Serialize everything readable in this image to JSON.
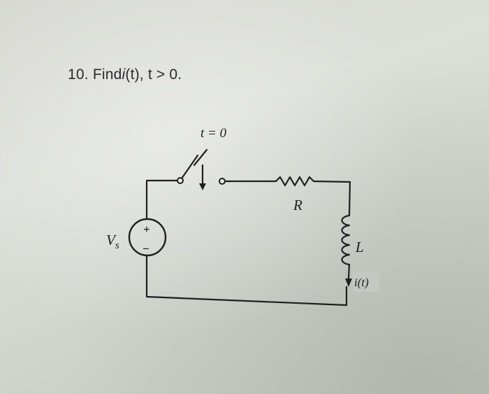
{
  "problem": {
    "number": "10.",
    "find_word": "Find",
    "func": "i",
    "arg": "(t), t > 0."
  },
  "circuit": {
    "switch_label": "t = 0",
    "resistor_label": "R",
    "inductor_label": "L",
    "source_label": "V",
    "source_subscript": "s",
    "source_plus": "+",
    "source_minus": "−",
    "current_label": "i(t)"
  }
}
